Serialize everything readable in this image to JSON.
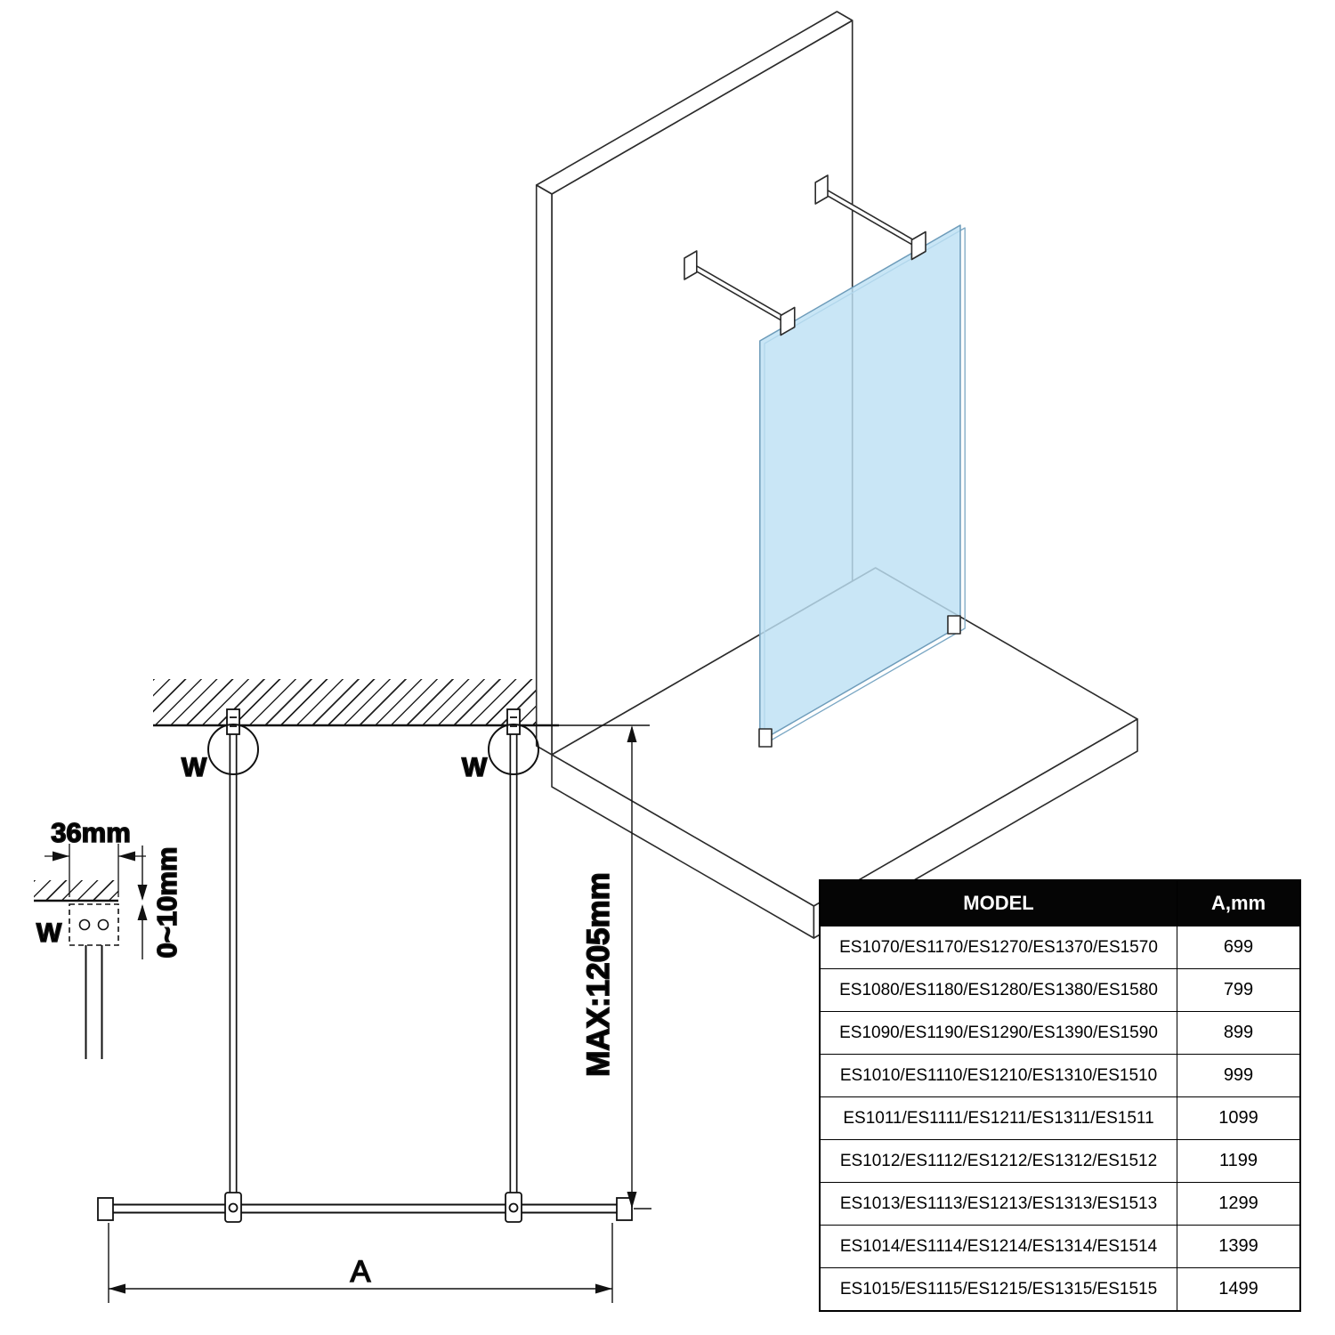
{
  "iso_view": {
    "glass_fill": "rgba(189,224,244,0.82)",
    "glass_edge": "#6e9cba",
    "line_color": "#2b2b2b"
  },
  "front_view": {
    "labels": {
      "w_left": "W",
      "w_right": "W",
      "max_height": "MAX:1205mm",
      "width_a": "A"
    }
  },
  "detail_view": {
    "labels": {
      "profile_width": "36mm",
      "gap": "0~10mm",
      "w": "W"
    }
  },
  "table": {
    "header_bg": "#050505",
    "headers": {
      "model": "MODEL",
      "a": "A,mm"
    },
    "rows": [
      {
        "model": "ES1070/ES1170/ES1270/ES1370/ES1570",
        "a_mm": "699"
      },
      {
        "model": "ES1080/ES1180/ES1280/ES1380/ES1580",
        "a_mm": "799"
      },
      {
        "model": "ES1090/ES1190/ES1290/ES1390/ES1590",
        "a_mm": "899"
      },
      {
        "model": "ES1010/ES1110/ES1210/ES1310/ES1510",
        "a_mm": "999"
      },
      {
        "model": "ES1011/ES1111/ES1211/ES1311/ES1511",
        "a_mm": "1099"
      },
      {
        "model": "ES1012/ES1112/ES1212/ES1312/ES1512",
        "a_mm": "1199"
      },
      {
        "model": "ES1013/ES1113/ES1213/ES1313/ES1513",
        "a_mm": "1299"
      },
      {
        "model": "ES1014/ES1114/ES1214/ES1314/ES1514",
        "a_mm": "1399"
      },
      {
        "model": "ES1015/ES1115/ES1215/ES1315/ES1515",
        "a_mm": "1499"
      }
    ]
  }
}
